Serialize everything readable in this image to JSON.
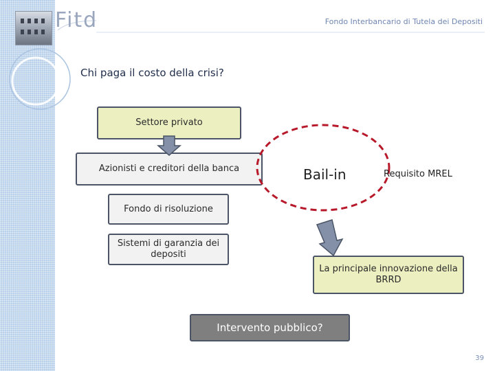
{
  "header": {
    "logo_text": "Fitd",
    "organization": "Fondo Interbancario di Tutela dei Depositi"
  },
  "question": "Chi paga il costo della crisi?",
  "boxes": {
    "settore_privato": "Settore privato",
    "azionisti": "Azionisti e creditori della banca",
    "fondo_risoluzione": "Fondo di risoluzione",
    "sistemi_garanzia": "Sistemi di garanzia dei depositi",
    "innovazione": "La principale innovazione della BRRD",
    "intervento_pubblico": "Intervento pubblico?"
  },
  "labels": {
    "bail_in": "Bail-in",
    "requisito": "Requisito MREL"
  },
  "page_number": "39",
  "colors": {
    "green_box": "#ecefc0",
    "gray_box": "#f2f2f2",
    "dark_box": "#7f7f7f",
    "arrow": "#8390a7",
    "dashed_circle": "#b8192a",
    "sidebar": "#b9d0ea"
  }
}
